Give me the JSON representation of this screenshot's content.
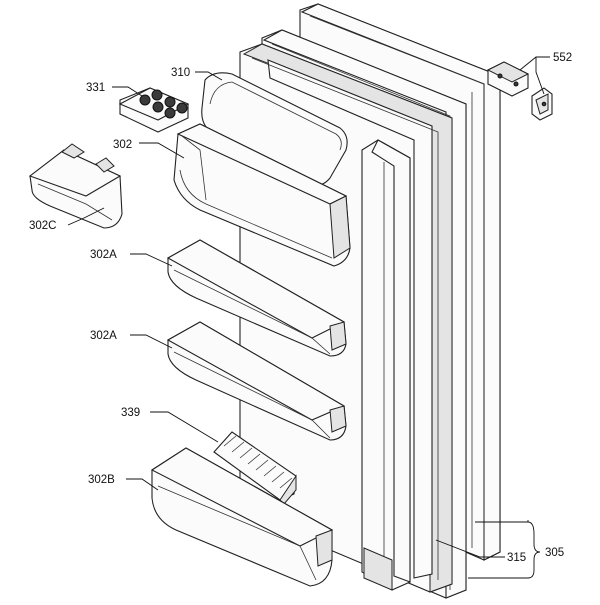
{
  "labels": {
    "egg_tray": "331",
    "dairy_lid": "310",
    "upper_shelf": "302",
    "small_shelf": "302C",
    "middle_shelf_1": "302A",
    "middle_shelf_2": "302A",
    "bottle_retainer": "339",
    "bottle_shelf": "302B",
    "hinge_kit": "552",
    "gasket": "315",
    "door_assembly": "305"
  }
}
